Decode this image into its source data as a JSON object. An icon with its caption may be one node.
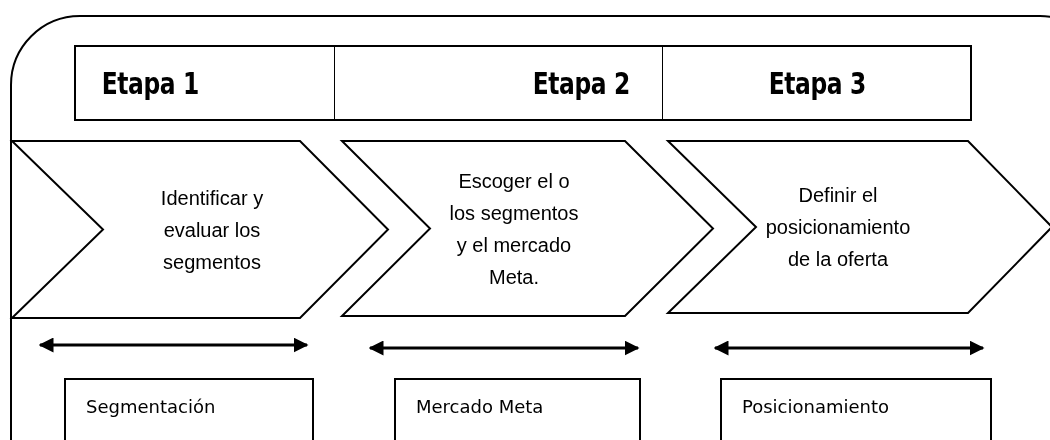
{
  "diagram": {
    "nodes": [
      {
        "text": [
          "Etapa 1"
        ]
      },
      {
        "text": [
          "Etapa 2"
        ]
      },
      {
        "text": [
          "Etapa 3"
        ]
      },
      {
        "text": [
          "Identificar y evaluar los segmentos"
        ]
      },
      {
        "text": [
          "Escoger el o los segmentos y el mercado Meta."
        ]
      },
      {
        "text": [
          "Definir el posicionamiento de la oferta"
        ]
      },
      {
        "text": [
          "Segmentación"
        ]
      },
      {
        "text": [
          "Mercado Meta"
        ]
      },
      {
        "text": [
          "Posicionamiento"
        ]
      }
    ]
  }
}
